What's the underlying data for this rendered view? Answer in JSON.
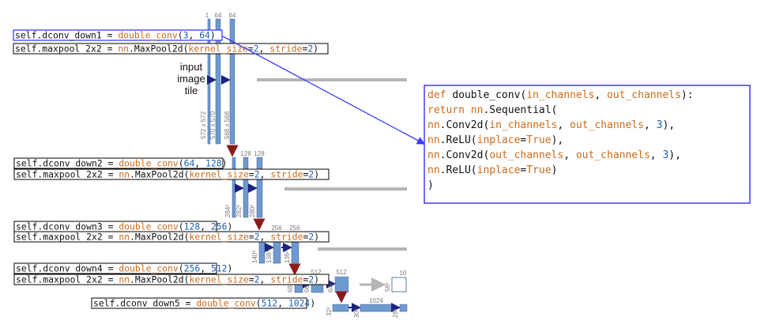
{
  "colors": {
    "block_fill": "#6f9ad0",
    "block_stroke": "#3a5f93",
    "arrow_blue": "#1a237e",
    "arrow_red": "#8b1a1a",
    "skip_gray": "#b5b5b5",
    "callout_blue": "#3b3bff",
    "code_black": "#111111",
    "code_orange": "#cc6a1a",
    "code_blue": "#1a5fb4",
    "label_gray": "#7a7a7a"
  },
  "code_rows": [
    {
      "id": "dconv-down1",
      "parts": [
        {
          "text": "self.dconv_down1 = ",
          "color": "black"
        },
        {
          "text": "double_conv",
          "color": "orange"
        },
        {
          "text": "(",
          "color": "black"
        },
        {
          "text": "3",
          "color": "blue"
        },
        {
          "text": ", ",
          "color": "black"
        },
        {
          "text": "64",
          "color": "blue"
        },
        {
          "text": ")",
          "color": "black"
        }
      ]
    },
    {
      "id": "maxpool-1",
      "parts": [
        {
          "text": "self.maxpool_2x2 = ",
          "color": "black"
        },
        {
          "text": "nn",
          "color": "orange"
        },
        {
          "text": ".MaxPool2d(",
          "color": "black"
        },
        {
          "text": "kernel_size",
          "color": "orange"
        },
        {
          "text": "=",
          "color": "black"
        },
        {
          "text": "2",
          "color": "blue"
        },
        {
          "text": ", ",
          "color": "black"
        },
        {
          "text": "stride",
          "color": "orange"
        },
        {
          "text": "=",
          "color": "black"
        },
        {
          "text": "2",
          "color": "blue"
        },
        {
          "text": ")",
          "color": "black"
        }
      ]
    },
    {
      "id": "dconv-down2",
      "parts": [
        {
          "text": "self.dconv_down2 = ",
          "color": "black"
        },
        {
          "text": "double_conv",
          "color": "orange"
        },
        {
          "text": "(",
          "color": "black"
        },
        {
          "text": "64",
          "color": "blue"
        },
        {
          "text": ", ",
          "color": "black"
        },
        {
          "text": "128",
          "color": "blue"
        },
        {
          "text": ")",
          "color": "black"
        }
      ]
    },
    {
      "id": "maxpool-2",
      "parts": [
        {
          "text": "self.maxpool_2x2 = ",
          "color": "black"
        },
        {
          "text": "nn",
          "color": "orange"
        },
        {
          "text": ".MaxPool2d(",
          "color": "black"
        },
        {
          "text": "kernel_size",
          "color": "orange"
        },
        {
          "text": "=",
          "color": "black"
        },
        {
          "text": "2",
          "color": "blue"
        },
        {
          "text": ", ",
          "color": "black"
        },
        {
          "text": "stride",
          "color": "orange"
        },
        {
          "text": "=",
          "color": "black"
        },
        {
          "text": "2",
          "color": "blue"
        },
        {
          "text": ")",
          "color": "black"
        }
      ]
    },
    {
      "id": "dconv-down3",
      "parts": [
        {
          "text": "self.dconv_down3 = ",
          "color": "black"
        },
        {
          "text": "double_conv",
          "color": "orange"
        },
        {
          "text": "(",
          "color": "black"
        },
        {
          "text": "128",
          "color": "blue"
        },
        {
          "text": ", ",
          "color": "black"
        },
        {
          "text": "256",
          "color": "blue"
        },
        {
          "text": ")",
          "color": "black"
        }
      ]
    },
    {
      "id": "maxpool-3",
      "parts": [
        {
          "text": "self.maxpool_2x2 = ",
          "color": "black"
        },
        {
          "text": "nn",
          "color": "orange"
        },
        {
          "text": ".MaxPool2d(",
          "color": "black"
        },
        {
          "text": "kernel_size",
          "color": "orange"
        },
        {
          "text": "=",
          "color": "black"
        },
        {
          "text": "2",
          "color": "blue"
        },
        {
          "text": ", ",
          "color": "black"
        },
        {
          "text": "stride",
          "color": "orange"
        },
        {
          "text": "=",
          "color": "black"
        },
        {
          "text": "2",
          "color": "blue"
        },
        {
          "text": ")",
          "color": "black"
        }
      ]
    },
    {
      "id": "dconv-down4",
      "parts": [
        {
          "text": "self.dconv_down4 = ",
          "color": "black"
        },
        {
          "text": "double_conv",
          "color": "orange"
        },
        {
          "text": "(",
          "color": "black"
        },
        {
          "text": "256",
          "color": "blue"
        },
        {
          "text": ", ",
          "color": "black"
        },
        {
          "text": "512",
          "color": "blue"
        },
        {
          "text": ")",
          "color": "black"
        }
      ]
    },
    {
      "id": "maxpool-4",
      "parts": [
        {
          "text": "self.maxpool_2x2 = ",
          "color": "black"
        },
        {
          "text": "nn",
          "color": "orange"
        },
        {
          "text": ".MaxPool2d(",
          "color": "black"
        },
        {
          "text": "kernel_size",
          "color": "orange"
        },
        {
          "text": "=",
          "color": "black"
        },
        {
          "text": "2",
          "color": "blue"
        },
        {
          "text": ", ",
          "color": "black"
        },
        {
          "text": "stride",
          "color": "orange"
        },
        {
          "text": "=",
          "color": "black"
        },
        {
          "text": "2",
          "color": "blue"
        },
        {
          "text": ")",
          "color": "black"
        }
      ]
    },
    {
      "id": "dconv-down5",
      "parts": [
        {
          "text": "self.dconv_down5 = ",
          "color": "black"
        },
        {
          "text": "double_conv",
          "color": "orange"
        },
        {
          "text": "(",
          "color": "black"
        },
        {
          "text": "512",
          "color": "blue"
        },
        {
          "text": ", ",
          "color": "black"
        },
        {
          "text": "1024",
          "color": "blue"
        },
        {
          "text": ")",
          "color": "black"
        }
      ]
    }
  ],
  "callout_code": [
    [
      {
        "text": "def ",
        "color": "orange"
      },
      {
        "text": "double_conv(",
        "color": "black"
      },
      {
        "text": "in_channels",
        "color": "orange"
      },
      {
        "text": ", ",
        "color": "black"
      },
      {
        "text": "out_channels",
        "color": "orange"
      },
      {
        "text": "):",
        "color": "black"
      }
    ],
    [
      {
        "text": "    ",
        "color": "black"
      },
      {
        "text": "return ",
        "color": "orange"
      },
      {
        "text": "nn",
        "color": "orange"
      },
      {
        "text": ".Sequential(",
        "color": "black"
      }
    ],
    [
      {
        "text": "        ",
        "color": "black"
      },
      {
        "text": "nn",
        "color": "orange"
      },
      {
        "text": ".Conv2d(",
        "color": "black"
      },
      {
        "text": "in_channels",
        "color": "orange"
      },
      {
        "text": ", ",
        "color": "black"
      },
      {
        "text": "out_channels",
        "color": "orange"
      },
      {
        "text": ", ",
        "color": "black"
      },
      {
        "text": "3",
        "color": "blue"
      },
      {
        "text": "),",
        "color": "black"
      }
    ],
    [
      {
        "text": "        ",
        "color": "black"
      },
      {
        "text": "nn",
        "color": "orange"
      },
      {
        "text": ".ReLU(",
        "color": "black"
      },
      {
        "text": "inplace",
        "color": "orange"
      },
      {
        "text": "=",
        "color": "black"
      },
      {
        "text": "True",
        "color": "orange"
      },
      {
        "text": "),",
        "color": "black"
      }
    ],
    [
      {
        "text": "        ",
        "color": "black"
      },
      {
        "text": "nn",
        "color": "orange"
      },
      {
        "text": ".Conv2d(",
        "color": "black"
      },
      {
        "text": "out_channels",
        "color": "orange"
      },
      {
        "text": ", ",
        "color": "black"
      },
      {
        "text": "out_channels",
        "color": "orange"
      },
      {
        "text": ", ",
        "color": "black"
      },
      {
        "text": "3",
        "color": "blue"
      },
      {
        "text": "),",
        "color": "black"
      }
    ],
    [
      {
        "text": "        ",
        "color": "black"
      },
      {
        "text": "nn",
        "color": "orange"
      },
      {
        "text": ".ReLU(",
        "color": "black"
      },
      {
        "text": "inplace",
        "color": "orange"
      },
      {
        "text": "=",
        "color": "black"
      },
      {
        "text": "True",
        "color": "orange"
      },
      {
        "text": ")",
        "color": "black"
      }
    ],
    [
      {
        "text": "    )",
        "color": "black"
      }
    ]
  ],
  "input_label": [
    "input",
    "image",
    "tile"
  ],
  "labels": {
    "ch_1": "1",
    "ch_64a": "64",
    "ch_64b": "64",
    "ch_128a": "128",
    "ch_128b": "128",
    "ch_256a": "256",
    "ch_256b": "256",
    "ch_512a": "512",
    "ch_512b": "512",
    "ch_1024": "1024",
    "ch_10": "10",
    "sz_572": "572 x 572",
    "sz_570": "570 x 570",
    "sz_568": "568 x 568",
    "sz_284": "284²",
    "sz_282": "282²",
    "sz_280": "280²",
    "sz_140": "140²",
    "sz_138": "138²",
    "sz_136": "136²",
    "sz_68": "68²",
    "sz_66": "66²",
    "sz_64": "64²",
    "sz_32": "32²",
    "sz_30": "30²",
    "sz_28": "28²",
    "sz_56": "56²"
  }
}
